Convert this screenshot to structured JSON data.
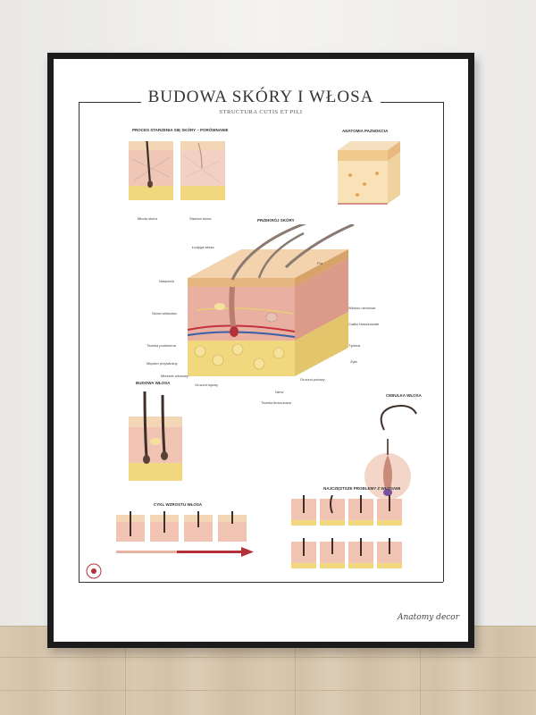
{
  "poster": {
    "title": "BUDOWA SKÓRY I WŁOSA",
    "subtitle": "STRUCTURA CUTIS ET PILI",
    "signature": "Anatomy decor"
  },
  "sections": {
    "aging": "PROCES STARZENIA SIĘ SKÓRY – PORÓWNANIE",
    "aging_young": "Młoda skóra",
    "aging_old": "Starsza skóra",
    "nail": "ANATOMIA PAZNOKCIA",
    "cross_section": "PRZEKRÓJ SKÓRY",
    "hair_structure": "BUDOWA WŁOSA",
    "hair_bulb": "CEBULKA WŁOSA",
    "hair_cycle": "CYKL WZROSTU WŁOSA",
    "hair_problems": "NAJCZĘSTSZE PROBLEMY Z WŁOSAMI"
  },
  "skin_labels": {
    "hair_shaft": "Łodyga włosa",
    "pore": "Por",
    "epidermis": "Naskórek",
    "dermis": "Skóra właściwa",
    "hypodermis": "Tkanka podskórna",
    "arrector_muscle": "Mięsień przywłośny",
    "sebaceous_gland": "Gruczoł łojowy",
    "sweat_gland": "Gruczoł potowy",
    "vein": "Żyła",
    "artery": "Tętnica",
    "nerve": "Nerw",
    "fat_tissue": "Tkanka tłuszczowa",
    "hair_follicle": "Mieszek włosowy",
    "nerve_ending": "Ciałko blaszkowate",
    "capillary": "Włókno nerwowe"
  },
  "colors": {
    "frame": "#1c1c1c",
    "epidermis": "#e9b98f",
    "dermis": "#e8a48c",
    "fat": "#f1d77e",
    "hair": "#6b5a52",
    "arrow": "#b5313a"
  }
}
